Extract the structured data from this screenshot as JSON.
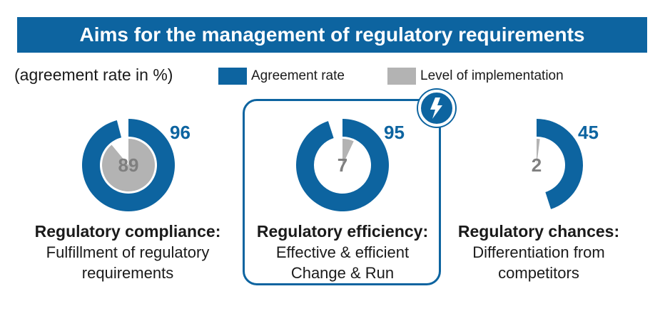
{
  "title": "Aims for the management of regulatory requirements",
  "unit_note": "(agreement rate in %)",
  "legend": [
    {
      "label": "Agreement rate",
      "color": "#0d64a0"
    },
    {
      "label": "Level of implementation",
      "color": "#b3b3b3"
    }
  ],
  "highlight_icon": "lightning-icon",
  "chart_data": [
    {
      "type": "pie",
      "series": [
        {
          "name": "Agreement rate",
          "value": 96
        },
        {
          "name": "Level of implementation",
          "value": 89
        }
      ],
      "caption_head": "Regulatory compliance:",
      "caption_lines": [
        "Fulfillment of regulatory",
        "requirements"
      ],
      "highlighted": false
    },
    {
      "type": "pie",
      "series": [
        {
          "name": "Agreement rate",
          "value": 95
        },
        {
          "name": "Level of implementation",
          "value": 7
        }
      ],
      "caption_head": "Regulatory efficiency:",
      "caption_lines": [
        "Effective & efficient",
        "Change & Run"
      ],
      "highlighted": true
    },
    {
      "type": "pie",
      "series": [
        {
          "name": "Agreement rate",
          "value": 45
        },
        {
          "name": "Level of implementation",
          "value": 2
        }
      ],
      "caption_head": "Regulatory chances:",
      "caption_lines": [
        "Differentiation from",
        "competitors"
      ],
      "highlighted": false
    }
  ]
}
